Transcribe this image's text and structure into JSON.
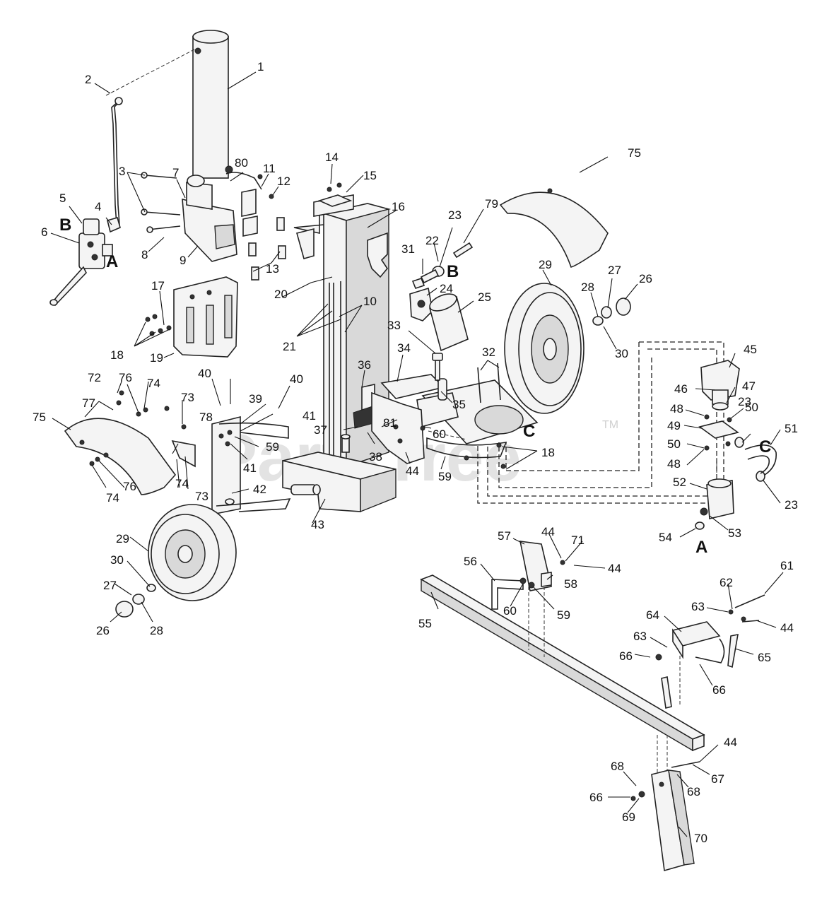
{
  "watermark": {
    "text": "PartsTree",
    "tm": "TM"
  },
  "labels": {
    "l1": "1",
    "l2": "2",
    "l3": "3",
    "l4": "4",
    "l5": "5",
    "l6": "6",
    "l7": "7",
    "l8": "8",
    "l9": "9",
    "l10": "10",
    "l11": "11",
    "l12": "12",
    "l13": "13",
    "l14": "14",
    "l15": "15",
    "l16": "16",
    "l17": "17",
    "l18a": "18",
    "l18b": "18",
    "l19": "19",
    "l20": "20",
    "l21": "21",
    "l22": "22",
    "l23a": "23",
    "l23b": "23",
    "l23c": "23",
    "l24": "24",
    "l25": "25",
    "l26a": "26",
    "l26b": "26",
    "l27a": "27",
    "l27b": "27",
    "l28a": "28",
    "l28b": "28",
    "l29a": "29",
    "l29b": "29",
    "l30a": "30",
    "l30b": "30",
    "l31": "31",
    "l32": "32",
    "l33": "33",
    "l34": "34",
    "l35": "35",
    "l36": "36",
    "l37": "37",
    "l38": "38",
    "l39": "39",
    "l40a": "40",
    "l40b": "40",
    "l41a": "41",
    "l41b": "41",
    "l42": "42",
    "l43": "43",
    "l44a": "44",
    "l44b": "44",
    "l44c": "44",
    "l44d": "44",
    "l44e": "44",
    "l45": "45",
    "l46": "46",
    "l47": "47",
    "l48a": "48",
    "l48b": "48",
    "l49": "49",
    "l50a": "50",
    "l50b": "50",
    "l51": "51",
    "l52": "52",
    "l53": "53",
    "l54": "54",
    "l55": "55",
    "l56": "56",
    "l57": "57",
    "l58": "58",
    "l59a": "59",
    "l59b": "59",
    "l59c": "59",
    "l60a": "60",
    "l60b": "60",
    "l61": "61",
    "l62": "62",
    "l63a": "63",
    "l63b": "63",
    "l64": "64",
    "l65": "65",
    "l66a": "66",
    "l66b": "66",
    "l66c": "66",
    "l67": "67",
    "l68a": "68",
    "l68b": "68",
    "l69": "69",
    "l70": "70",
    "l71": "71",
    "l72": "72",
    "l73a": "73",
    "l73b": "73",
    "l74a": "74",
    "l74b": "74",
    "l74c": "74",
    "l75a": "75",
    "l75b": "75",
    "l76a": "76",
    "l76b": "76",
    "l77": "77",
    "l78": "78",
    "l79": "79",
    "l80": "80",
    "l81": "81"
  },
  "connectors": {
    "A1": "A",
    "B1": "B",
    "B2": "B",
    "C1": "C",
    "C2": "C",
    "A2": "A"
  }
}
